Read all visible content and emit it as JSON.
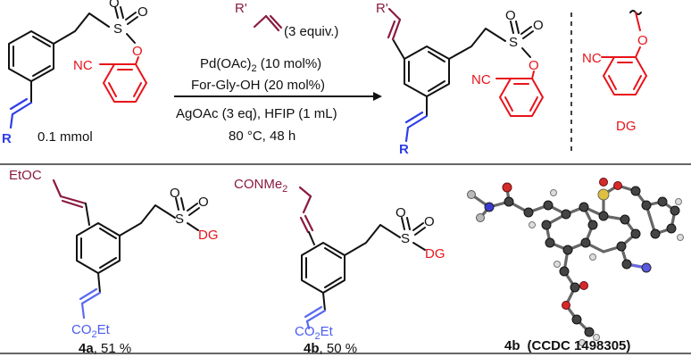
{
  "scheme": {
    "reagent_group": "R'",
    "reagent_equiv": "(3 equiv.)",
    "catalyst": "Pd(OAc)",
    "catalyst_sub": "2",
    "catalyst_load": " (10 mol%)",
    "ligand": "For-Gly-OH (20 mol%)",
    "additive": "AgOAc (3 eq), HFIP (1 mL)",
    "conditions": "80 °C, 48 h",
    "amount": "0.1 mmol",
    "sm_r": "R",
    "sm_nc": "NC",
    "prod_r": "R",
    "prod_rprime": "R'",
    "prod_nc": "NC",
    "dg_nc": "NC",
    "dg_label": "DG",
    "o": "O",
    "s": "S"
  },
  "products": [
    {
      "id": "4a",
      "yield": ", 51 %",
      "top_group": "EtOC",
      "bottom_group": "CO",
      "bottom_sub": "2",
      "bottom_tail": "Et",
      "dg": "DG",
      "s": "S",
      "o": "O"
    },
    {
      "id": "4b",
      "yield": ", 50 %",
      "top_group": "CONMe",
      "top_sub": "2",
      "bottom_group": "CO",
      "bottom_sub": "2",
      "bottom_tail": "Et",
      "dg": "DG",
      "s": "S",
      "o": "O"
    },
    {
      "id": "4b",
      "caption": "(CCDC 1498305)"
    }
  ]
}
